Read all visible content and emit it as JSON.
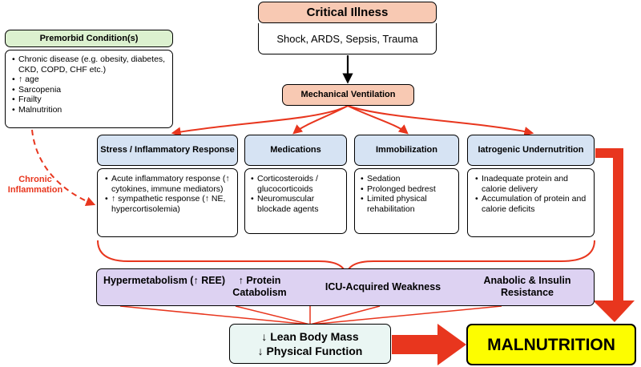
{
  "critical_illness": {
    "title": "Critical Illness",
    "detail": "Shock, ARDS, Sepsis, Trauma"
  },
  "mechanical_ventilation": "Mechanical Ventilation",
  "premorbid": {
    "title": "Premorbid Condition(s)",
    "items": [
      "Chronic disease (e.g. obesity, diabetes, CKD, COPD, CHF etc.)",
      "↑ age",
      "Sarcopenia",
      "Frailty",
      "Malnutrition"
    ]
  },
  "chronic_inflammation": "Chronic Inflammation",
  "factors": [
    {
      "title": "Stress / Inflammatory Response",
      "items": [
        "Acute inflammatory response (↑ cytokines, immune mediators)",
        "↑ sympathetic response (↑ NE, hypercortisolemia)"
      ]
    },
    {
      "title": "Medications",
      "items": [
        "Corticosteroids / glucocorticoids",
        "Neuromuscular blockade agents"
      ]
    },
    {
      "title": "Immobilization",
      "items": [
        "Sedation",
        "Prolonged bedrest",
        "Limited physical rehabilitation"
      ]
    },
    {
      "title": "Iatrogenic Undernutrition",
      "items": [
        "Inadequate protein and calorie delivery",
        "Accumulation of protein and calorie deficits"
      ]
    }
  ],
  "consequences": {
    "hypermetabolism": "Hypermetabolism (↑ REE)",
    "protein_catabolism": "↑ Protein Catabolism",
    "icu_weakness": "ICU-Acquired Weakness",
    "anabolic_resistance": "Anabolic & Insulin Resistance"
  },
  "lean_body_mass": {
    "line1": "↓ Lean Body Mass",
    "line2": "↓ Physical Function"
  },
  "malnutrition": "MALNUTRITION",
  "colors": {
    "orange_fill": "#f8c9b3",
    "green_fill": "#dcf1cf",
    "blue_fill": "#d6e3f3",
    "purple_fill": "#ddd2f2",
    "mint_fill": "#eaf6f3",
    "yellow_fill": "#fdfd00",
    "red": "#e8361e",
    "black": "#000000"
  }
}
